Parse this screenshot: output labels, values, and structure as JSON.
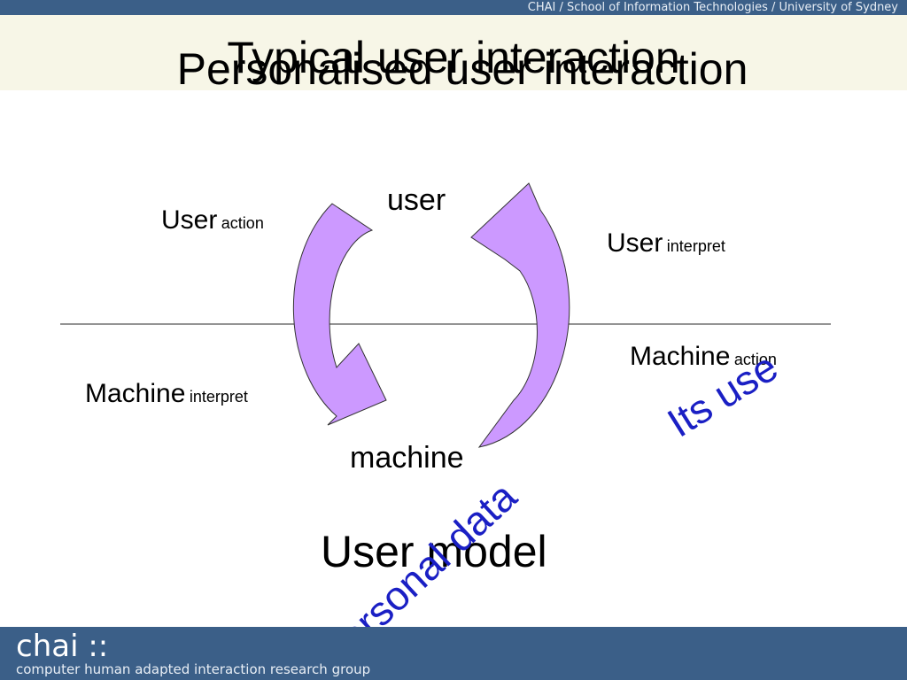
{
  "header": {
    "credit": "CHAI / School of Information Technologies / University of Sydney"
  },
  "slide": {
    "title_overlay": "Typical user interaction",
    "title": "Personalised user interaction"
  },
  "diagram": {
    "node_top": "user",
    "node_bottom": "machine",
    "left_top": {
      "main": "User",
      "sub": "action"
    },
    "right_top": {
      "main": "User",
      "sub": "interpret"
    },
    "right_bottom": {
      "main": "Machine",
      "sub": "action"
    },
    "left_bottom": {
      "main": "Machine",
      "sub": "interpret"
    },
    "user_model": "User model",
    "its_use": "Its use",
    "personal_data": "Personal data",
    "arrow_fill": "#cc99ff",
    "arrow_stroke": "#333333"
  },
  "footer": {
    "brand": "chai ::",
    "tagline": "computer human adapted interaction research group"
  }
}
